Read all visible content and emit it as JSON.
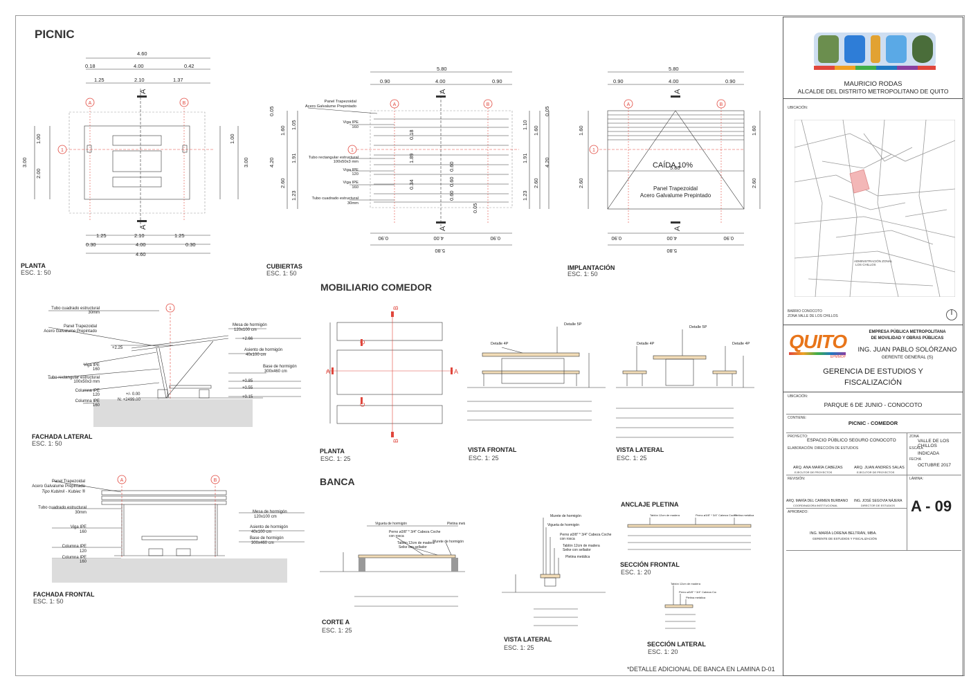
{
  "sheet": {
    "title": "PICNIC",
    "section_mobiliario": "MOBILIARIO COMEDOR",
    "section_banca": "BANCA",
    "footnote": "*DETALLE ADICIONAL DE BANCA EN LAMINA D-01"
  },
  "drawings": {
    "planta": {
      "label": "PLANTA",
      "scale": "ESC.  1: 50"
    },
    "cubiertas": {
      "label": "CUBIERTAS",
      "scale": "ESC.  1: 50"
    },
    "implantacion": {
      "label": "IMPLANTACIÓN",
      "scale": "ESC.  1: 50"
    },
    "fachada_lateral": {
      "label": "FACHADA LATERAL",
      "scale": "ESC.  1: 50"
    },
    "fachada_frontal": {
      "label": "FACHADA FRONTAL",
      "scale": "ESC.  1: 50"
    },
    "mob_planta": {
      "label": "PLANTA",
      "scale": "ESC.  1: 25"
    },
    "vista_frontal": {
      "label": "VISTA FRONTAL",
      "scale": "ESC.  1: 25"
    },
    "vista_lateral": {
      "label": "VISTA LATERAL",
      "scale": "ESC.  1: 25"
    },
    "corte_a": {
      "label": "CORTE A",
      "scale": "ESC.  1: 25"
    },
    "banca_vista_lateral": {
      "label": "VISTA LATERAL",
      "scale": "ESC.  1: 25"
    },
    "anclaje": {
      "label": "ANCLAJE PLETINA"
    },
    "seccion_frontal": {
      "label": "SECCIÓN FRONTAL",
      "scale": "ESC.  1: 20"
    },
    "seccion_lateral": {
      "label": "SECCIÓN LATERAL",
      "scale": "ESC.  1: 20"
    }
  },
  "dims": {
    "planta_total": "4.60",
    "planta_inner": "4.00",
    "planta_l": "0.18",
    "planta_r": "0.42",
    "planta_a": "1.25",
    "planta_b": "2.10",
    "planta_c": "1.37",
    "planta_bot_a": "1.25",
    "planta_bot_b": "2.10",
    "planta_bot_c": "1.25",
    "planta_bot_l": "0.30",
    "planta_bot_m": "4.00",
    "planta_bot_r": "0.30",
    "planta_bot_total": "4.60",
    "planta_h": "3.00",
    "planta_h1": "1.00",
    "planta_h2": "2.00",
    "cub_total": "5.80",
    "cub_l": "0.90",
    "cub_m": "4.00",
    "cub_r": "0.90",
    "cub_v1": "1.60",
    "cub_v2": "2.60",
    "cub_v3": "4.20",
    "cub_v4": "1.91",
    "cub_v5": "1.23",
    "cub_v6": "1.05",
    "cub_v7": "1.89",
    "cub_v8": "0.18",
    "cub_v9": "0.60",
    "cub_v10": "0.34",
    "cub_v11": "1.10",
    "cub_v12": "0.05",
    "imp_total": "5.80",
    "imp_inner": "5.80",
    "imp_l": "0.90",
    "imp_m": "4.00",
    "imp_r": "0.90",
    "imp_v1": "1.60",
    "imp_v2": "2.60",
    "fl_h1": "+2.25",
    "fl_h2": "+2.66",
    "fl_h3": "+0.85",
    "fl_h4": "+0.55",
    "fl_h5": "+0.15",
    "fl_h6": "+/- 0.00",
    "fl_h7": "N: +2499.00"
  },
  "annotations": {
    "panel_trap": "Panel Trapezoidal",
    "acero": "Acero Galvalume Prepintado",
    "viga_ipe": "Viga IPE",
    "viga_160": "160",
    "viga_120": "120",
    "tubo_rect": "Tubo rectangular estructural",
    "tubo_rect_dim": "100x50x3 mm",
    "tubo_cuad": "Tubo cuadrado estructural",
    "tubo_cuad_dim": "30mm",
    "caida": "CAÍDA 10%",
    "tubo_cuad_top": "Tubo cuadrado estructural",
    "mesa": "Mesa de hormigón",
    "mesa_dim": "120x100 cm",
    "asiento": "Asiento de hormigón",
    "asiento_dim": "40x100 cm",
    "base": "Base de hormigón",
    "base_dim": "300x460 cm",
    "columna_ipe": "Columna IPE",
    "col_120": "120",
    "col_160": "160",
    "tipo_kubimil": "Tipo Kubimil - Kubiec ®",
    "detalle_4p": "Detalle 4P",
    "detalle_5p": "Detalle 5P",
    "viguela": "Vigueta de hormigón",
    "perno": "Perno ø3/8\" * 3/4\" Cabeza Coche",
    "con_rosca": "con rosca",
    "tablon": "Tablón 12cm de madera",
    "seike": "Seike con sellador",
    "pletina": "Pletina metálica",
    "murete": "Murete de hormigón"
  },
  "axes": {
    "a": "A",
    "b": "B",
    "one": "1",
    "cut_a": "A",
    "cut_b": "B",
    "cut_c": "C"
  },
  "titleblock": {
    "alcalde_name": "MAURICIO RODAS",
    "alcalde_title": "ALCALDE DEL DISTRITO METROPOLITANO DE QUITO",
    "ubicacion_label": "UBICACIÓN:",
    "barrio_label": "BARRIO CONOCOTO",
    "zona_label": "ZONA VALLE DE LOS CHILLOS",
    "map_admin_1": "ADMINISTRACIÓN ZONAL",
    "map_admin_2": "LOS CHILLOS",
    "empresa_1": "EMPRESA PÚBLICA METROPOLITANA",
    "empresa_2": "DE MOVILIDAD Y OBRAS PÚBLICAS",
    "gerente_name": "ING. JUAN PABLO SOLÓRZANO",
    "gerente_title": "GERENTE GENERAL (S)",
    "gerencia_1": "GERENCIA DE ESTUDIOS Y",
    "gerencia_2": "FISCALIZACIÓN",
    "logo_brand": "QUITO",
    "logo_sub": "EPMMOP",
    "ubicacion2_label": "UBICACIÓN:",
    "parque": "PARQUE 6 DE JUNIO - CONOCOTO",
    "contiene_label": "CONTIENE:",
    "contiene": "PICNIC - COMEDOR",
    "proyecto_label": "PROYECTO:",
    "proyecto": "ESPACIO PÚBLICO SEGURO CONOCOTO",
    "zona_field_label": "ZONA",
    "zona_value": "VALLE DE LOS CHILLOS",
    "elaboracion_label": "ELABORACIÓN:   DIRECCIÓN DE ESTUDIOS",
    "escala_label": "ESCALA",
    "escala_value": "INDICADA",
    "fecha_label": "FECHA",
    "fecha_value": "OCTUBRE  2017",
    "arq1": "ARQ. ANA MARÍA CABEZAS",
    "arq1_role": "EJECUTOR DE PROYECTOS",
    "arq2": "ARQ. JUAN ANDRÉS SALAS",
    "arq2_role": "EJECUTOR DE PROYECTOS",
    "revision_label": "REVISIÓN:",
    "lamina_label": "LÁMINA:",
    "arq3": "ARQ. MARÍA DEL CARMEN BURBANO",
    "arq3_role": "COORDINADORA INSTITUCIONAL",
    "ing1": "ING. JOSÉ SEGOVIA NÁJERA",
    "ing1_role": "DIRECTOR DE ESTUDIOS",
    "lamina": "A - 09",
    "aprobado_label": "APROBADO:",
    "ing2": "ING. MARÍA LORENA BELTRÁN, MBA.",
    "ing2_role": "GERENTE DE ESTUDIOS Y FISCALIZACIÓN"
  },
  "colors": {
    "accent_red": "#e0463c",
    "quito_orange": "#e8751a",
    "map_highlight": "#f3b7b7"
  }
}
